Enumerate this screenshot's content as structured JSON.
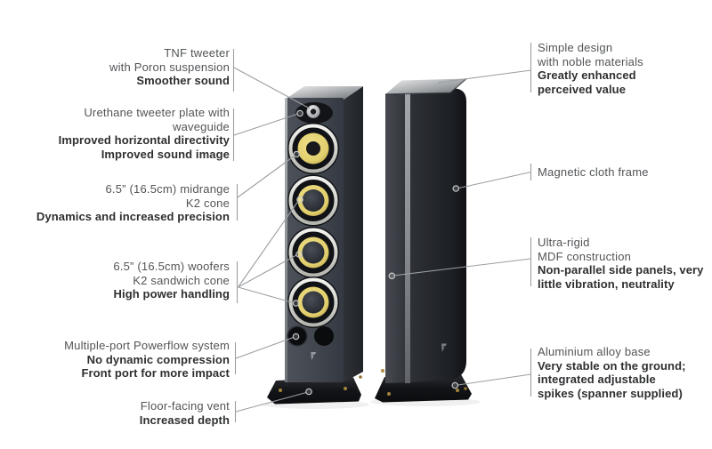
{
  "colors": {
    "background": "#ffffff",
    "text_regular": "#525457",
    "text_bold": "#2e2f31",
    "leader_line": "#9b9fa2",
    "cabinet_front": "#41464e",
    "cabinet_side": "#2b2e34",
    "grille_dark": "#23262c",
    "top_cap_silver": "#c7c9cb",
    "cone_yellow": "#e2cf6d",
    "trim_ring": "#dadad6",
    "base_black": "#141519",
    "spike_gold": "#ad8c3f"
  },
  "left_callouts": [
    {
      "name": "tnf-tweeter",
      "lines": [
        {
          "t": "TNF tweeter",
          "b": false
        },
        {
          "t": "with Poron suspension",
          "b": false
        },
        {
          "t": "Smoother sound",
          "b": true
        }
      ]
    },
    {
      "name": "urethane-tweeter-plate",
      "lines": [
        {
          "t": "Urethane tweeter plate with",
          "b": false
        },
        {
          "t": "waveguide",
          "b": false
        },
        {
          "t": "Improved horizontal directivity",
          "b": true
        },
        {
          "t": "Improved sound image",
          "b": true
        }
      ]
    },
    {
      "name": "midrange-driver",
      "lines": [
        {
          "t": "6.5” (16.5cm) midrange",
          "b": false
        },
        {
          "t": "K2 cone",
          "b": false
        },
        {
          "t": "Dynamics and increased precision",
          "b": true
        }
      ]
    },
    {
      "name": "woofers",
      "lines": [
        {
          "t": "6.5” (16.5cm) woofers",
          "b": false
        },
        {
          "t": "K2 sandwich cone",
          "b": false
        },
        {
          "t": "High power handling",
          "b": true
        }
      ]
    },
    {
      "name": "powerflow-system",
      "lines": [
        {
          "t": "Multiple-port Powerflow system",
          "b": false
        },
        {
          "t": "No dynamic compression",
          "b": true
        },
        {
          "t": "Front port for more impact",
          "b": true
        }
      ]
    },
    {
      "name": "floor-facing-vent",
      "lines": [
        {
          "t": "Floor-facing vent",
          "b": false
        },
        {
          "t": "Increased depth",
          "b": true
        }
      ]
    }
  ],
  "right_callouts": [
    {
      "name": "simple-design",
      "lines": [
        {
          "t": "Simple design",
          "b": false
        },
        {
          "t": "with noble materials",
          "b": false
        },
        {
          "t": "Greatly enhanced",
          "b": true
        },
        {
          "t": "perceived value",
          "b": true
        }
      ]
    },
    {
      "name": "magnetic-cloth-frame",
      "lines": [
        {
          "t": "Magnetic cloth frame",
          "b": false
        }
      ]
    },
    {
      "name": "mdf-construction",
      "lines": [
        {
          "t": "Ultra-rigid",
          "b": false
        },
        {
          "t": "MDF construction",
          "b": false
        },
        {
          "t": "Non-parallel side panels, very",
          "b": true
        },
        {
          "t": "little vibration, neutrality",
          "b": true
        }
      ]
    },
    {
      "name": "aluminium-alloy-base",
      "lines": [
        {
          "t": "Aluminium alloy base",
          "b": false
        },
        {
          "t": "Very stable on the ground;",
          "b": true
        },
        {
          "t": "integrated adjustable",
          "b": true
        },
        {
          "t": "spikes (spanner supplied)",
          "b": true
        }
      ]
    }
  ]
}
